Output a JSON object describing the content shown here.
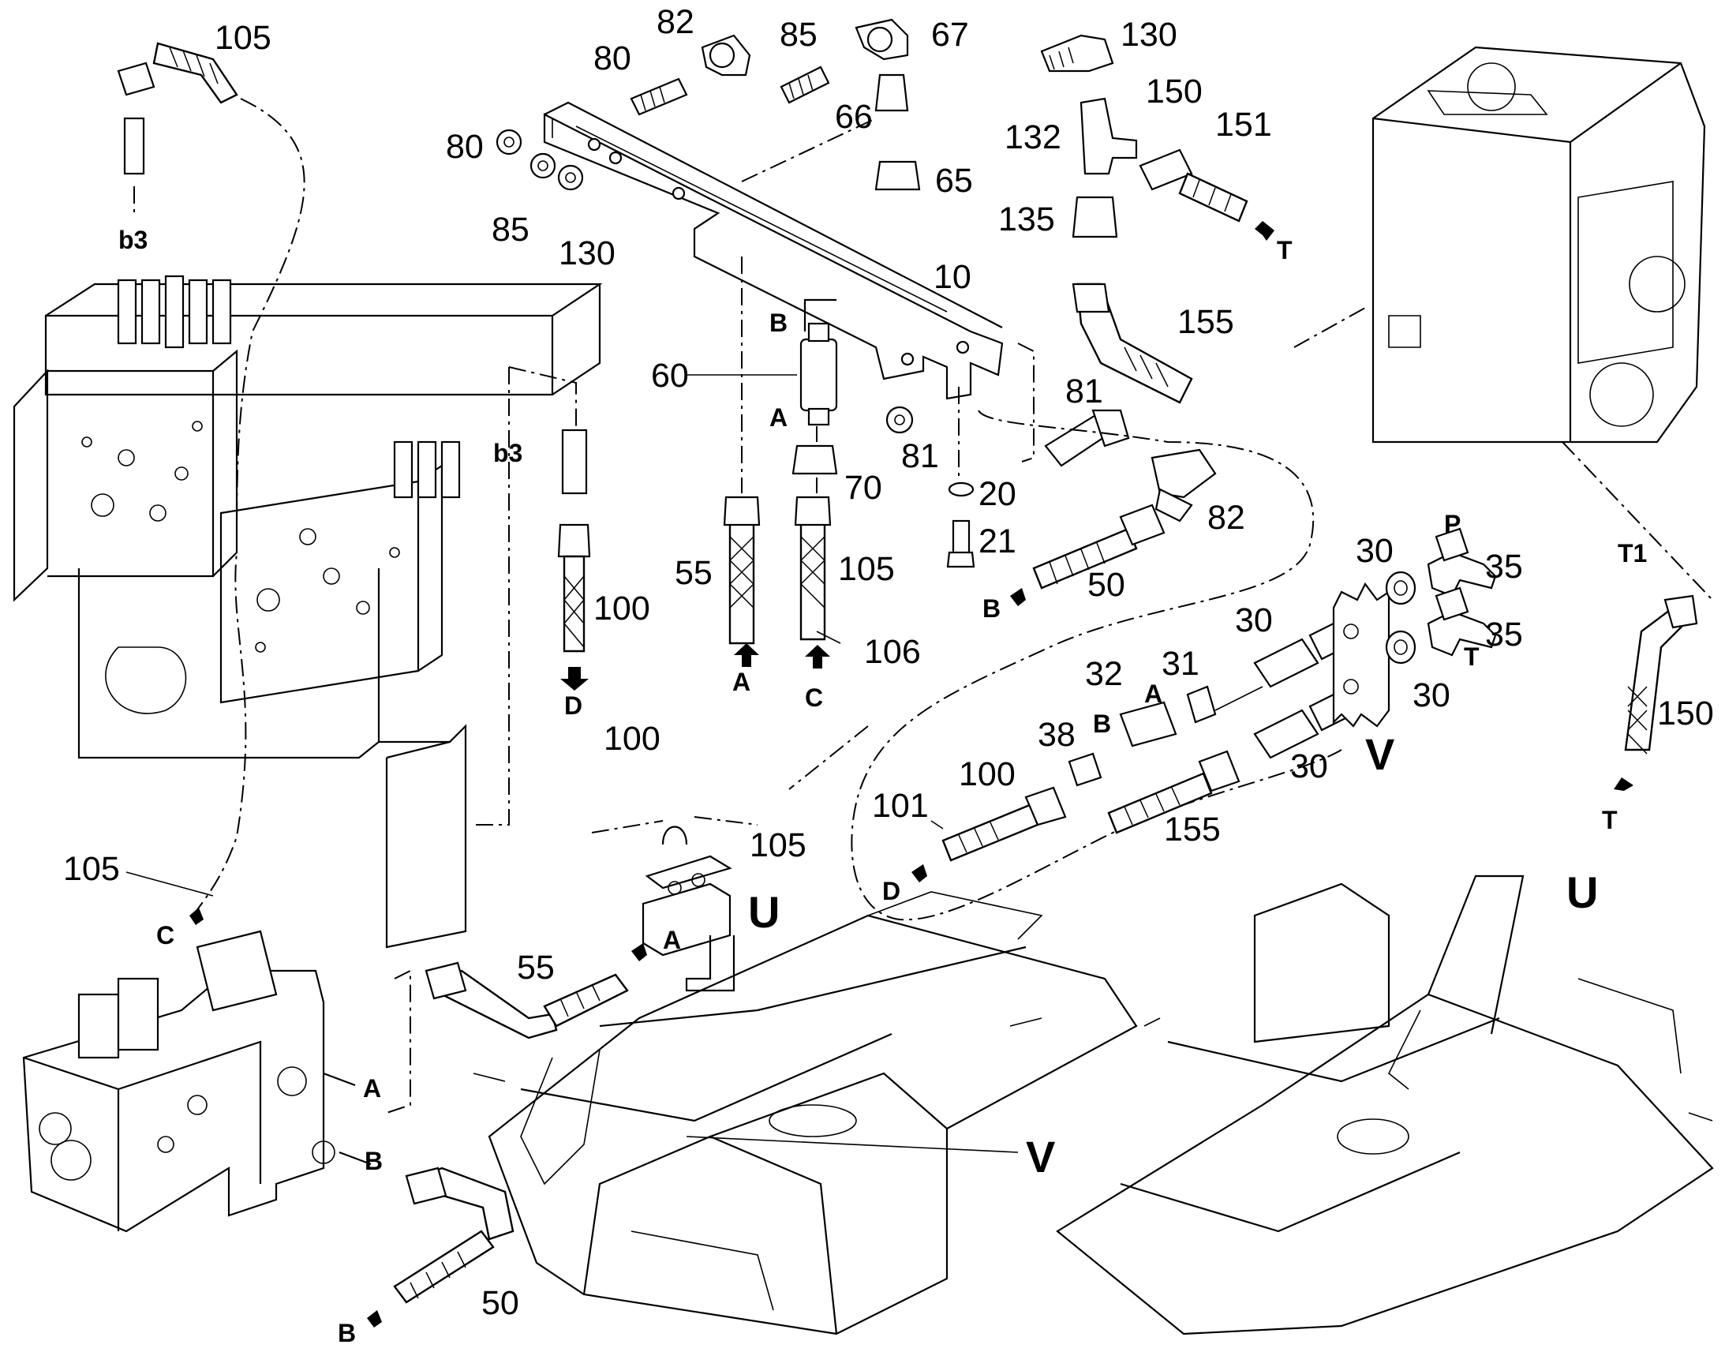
{
  "diagram": {
    "part_numbers": {
      "p105_top": "105",
      "p82_top": "82",
      "p80_top": "80",
      "p85_top": "85",
      "p67": "67",
      "p130_top": "130",
      "p80_left": "80",
      "p66": "66",
      "p132": "132",
      "p150_top": "150",
      "p151": "151",
      "p85_left": "85",
      "p130_left": "130",
      "p65": "65",
      "p135": "135",
      "p10": "10",
      "p155_top": "155",
      "p60": "60",
      "p81_top": "81",
      "p81_mid": "81",
      "p70": "70",
      "p20": "20",
      "p82_mid": "82",
      "p21": "21",
      "p55_mid": "55",
      "p105_mid": "105",
      "p100_mid": "100",
      "p50_mid": "50",
      "p106": "106",
      "p30_a": "30",
      "p35_a": "35",
      "p35_b": "35",
      "p30_b": "30",
      "p32": "32",
      "p31": "31",
      "p30_c": "30",
      "p38": "38",
      "p150_right": "150",
      "p100_u": "100",
      "p100_low": "100",
      "p30_d": "30",
      "p101": "101",
      "p155_low": "155",
      "p105_u": "105",
      "p105_left": "105",
      "p55_low": "55",
      "p50_low": "50"
    },
    "port_labels": {
      "b3_top": "b3",
      "b3_mid": "b3",
      "B_valve": "B",
      "A_valve": "A",
      "D_hose": "D",
      "A_hose": "A",
      "C_hose": "C",
      "B_hose": "B",
      "T_top": "T",
      "T1": "T1",
      "P": "P",
      "T_tee": "T",
      "A_coupler": "A",
      "B_coupler": "B",
      "T_right": "T",
      "D_low": "D",
      "C_left": "C",
      "A_pipe": "A",
      "A_block": "A",
      "B_block": "B",
      "B_bottom": "B"
    },
    "view_labels": {
      "U_top": "U",
      "V_right": "V",
      "U_frame": "U",
      "V_frame": "V"
    }
  }
}
